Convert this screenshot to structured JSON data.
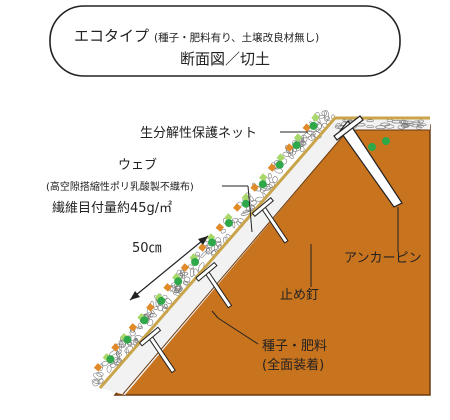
{
  "title": {
    "main": "エコタイプ",
    "note": "(種子・肥料有り、土壌改良材無し)",
    "line2": "断面図／切土"
  },
  "labels": {
    "net": "生分解性保護ネット",
    "web_1": "ウェブ",
    "web_2": "(高空隙搭縮性ポリ乳酸製不織布)",
    "web_3": "繊維目付量約45g/㎡",
    "dimension": "50㎝",
    "anchor_pin": "アンカーピン",
    "stop_nail": "止め釘",
    "seed_1": "種子・肥料",
    "seed_2": "(全面装着)"
  },
  "colors": {
    "soil": "#c8731d",
    "soil_edge": "#6b3a10",
    "mat": "#f2f2f2",
    "net": "#c9a44a",
    "seed_dot": "#2fa84a",
    "fertilizer": "#a8d86a",
    "pin": "#ffffff"
  }
}
